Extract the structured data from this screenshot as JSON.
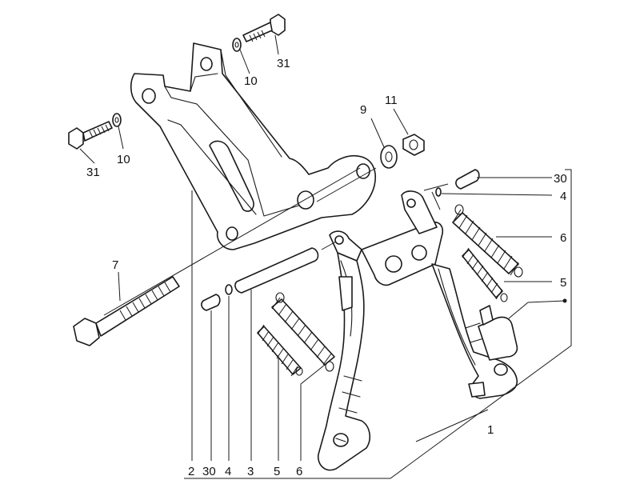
{
  "callouts": {
    "c31a": "31",
    "c10a": "10",
    "c31b": "31",
    "c10b": "10",
    "c9": "9",
    "c11": "11",
    "c30r": "30",
    "c4r": "4",
    "c6r": "6",
    "c5r": "5",
    "c7": "7",
    "c1": "1",
    "b2": "2",
    "b30": "30",
    "b4": "4",
    "b3": "3",
    "b5": "5",
    "b6": "6"
  }
}
